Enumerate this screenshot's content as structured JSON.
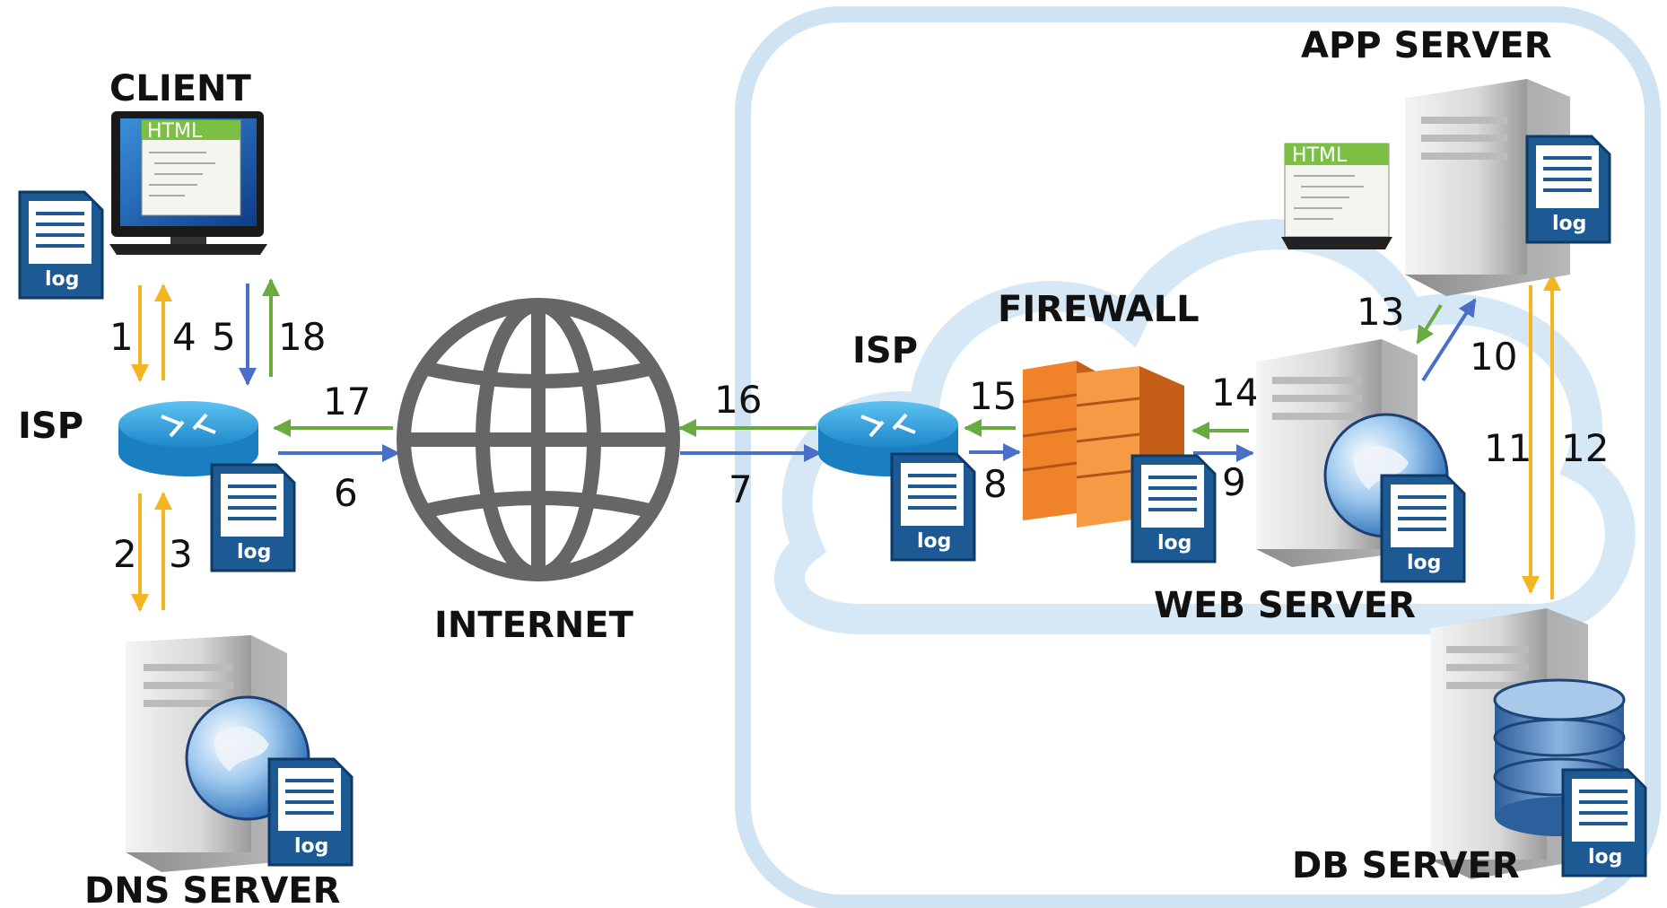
{
  "nodes": {
    "client": "CLIENT",
    "isp_left": "ISP",
    "dns_server": "DNS SERVER",
    "internet": "INTERNET",
    "isp_right": "ISP",
    "firewall": "FIREWALL",
    "web_server": "WEB SERVER",
    "app_server": "APP SERVER",
    "db_server": "DB SERVER"
  },
  "log_label": "log",
  "html_label": "HTML",
  "steps": [
    "1",
    "2",
    "3",
    "4",
    "5",
    "6",
    "7",
    "8",
    "9",
    "10",
    "11",
    "12",
    "13",
    "14",
    "15",
    "16",
    "17",
    "18"
  ],
  "colors": {
    "request_arrow": "#4a6fc7",
    "response_arrow": "#6aab3f",
    "dns_arrow": "#f5b521",
    "cloud": "#cfe3f2",
    "cloud_border": "#a9cbe6",
    "firewall": "#f0822a",
    "router": "#29a3e0",
    "log_icon": "#1d5a94"
  }
}
